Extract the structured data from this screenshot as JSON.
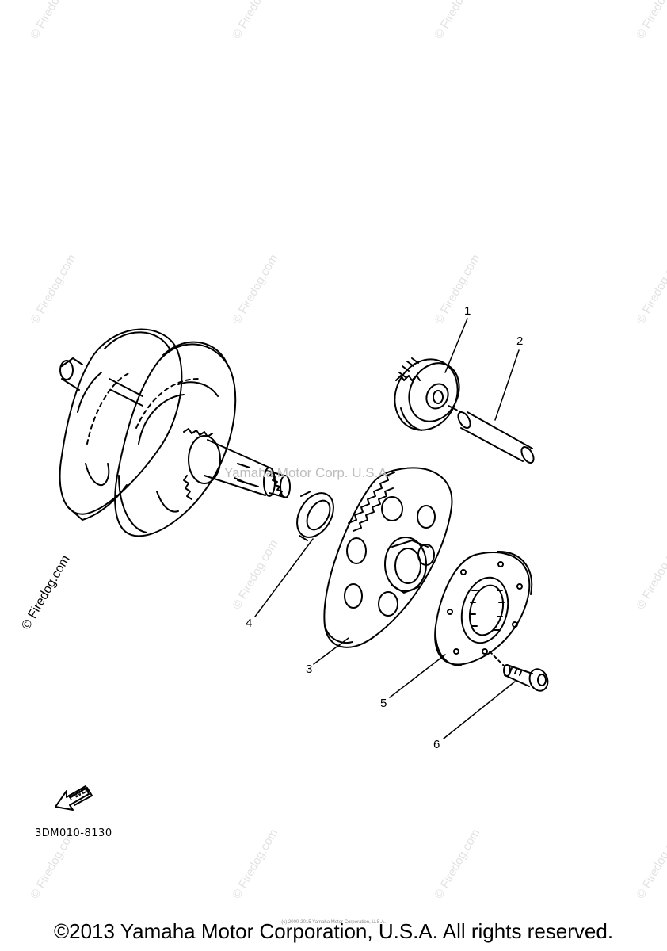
{
  "watermark": "© Firedog.com",
  "side_watermark": "© Firedog.com",
  "center_watermark": "Yamaha Motor Corp. U.S.A.",
  "callouts": {
    "c1": "1",
    "c2": "2",
    "c3": "3",
    "c4": "4",
    "c5": "5",
    "c6": "6"
  },
  "fwd_label": "FWD",
  "diagram_code": "3DM010-8130",
  "small_print": "(c) 2000-2015 Yamaha Motor Corporation, U.S.A.",
  "copyright": "©2013 Yamaha Motor Corporation, U.S.A. All rights reserved."
}
